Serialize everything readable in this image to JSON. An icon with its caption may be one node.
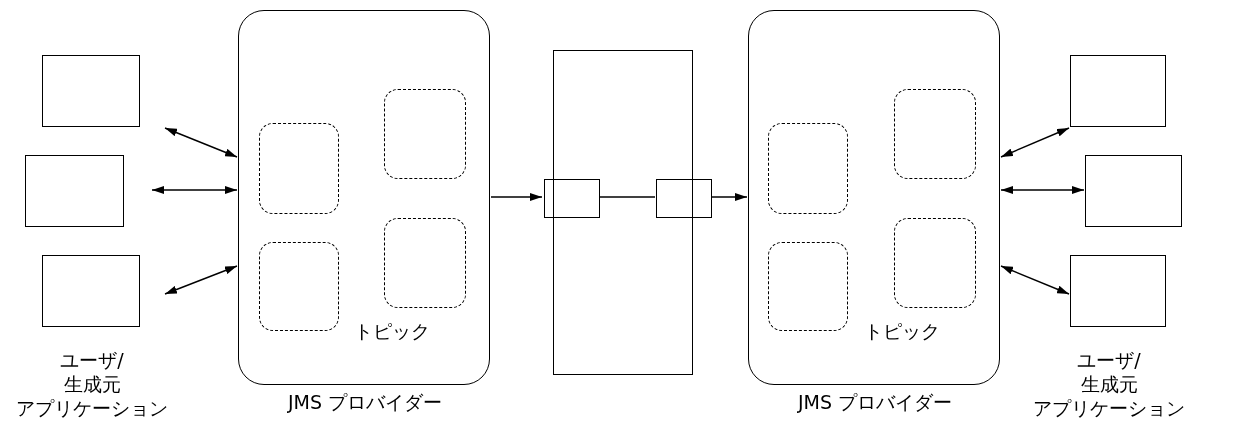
{
  "diagram": {
    "nodes": [
      {
        "text": [],
        "shape": "box"
      },
      {
        "text": [],
        "shape": "box"
      },
      {
        "text": [],
        "shape": "box",
        "beside": [
          "ユーザ/",
          "生成元",
          "アプリケーション"
        ]
      },
      {
        "text": [
          "トピック"
        ],
        "beside": [
          "JMS プロバイダー"
        ]
      },
      {
        "text": [],
        "shape": "box",
        "in": 3
      },
      {
        "text": [],
        "shape": "box",
        "in": 3
      },
      {
        "text": [],
        "shape": "box",
        "in": 3
      },
      {
        "text": [],
        "shape": "box",
        "in": 3
      },
      {
        "text": [],
        "shape": "box"
      },
      {
        "text": [],
        "shape": "box",
        "in": 8
      },
      {
        "text": [],
        "shape": "box",
        "in": 8
      },
      {
        "text": [
          "トピック"
        ],
        "beside": [
          "JMS プロバイダー"
        ]
      },
      {
        "text": [],
        "shape": "box",
        "in": 11
      },
      {
        "text": [],
        "shape": "box",
        "in": 11
      },
      {
        "text": [],
        "shape": "box",
        "in": 11
      },
      {
        "text": [],
        "shape": "box",
        "in": 11
      },
      {
        "text": [],
        "shape": "box"
      },
      {
        "text": [],
        "shape": "box"
      },
      {
        "text": [],
        "shape": "box",
        "beside": [
          "ユーザ/",
          "生成元",
          "アプリケーション"
        ]
      }
    ],
    "edges": [
      {
        "from": 0,
        "to": 3,
        "arrow": "both"
      },
      {
        "from": 1,
        "to": 3,
        "arrow": "both"
      },
      {
        "from": 2,
        "to": 3,
        "arrow": "both"
      },
      {
        "from": 3,
        "to": 9,
        "arrow": "to"
      },
      {
        "from": 9,
        "to": 10,
        "arrow": "none"
      },
      {
        "from": 10,
        "to": 11,
        "arrow": "to"
      },
      {
        "from": 11,
        "to": 16,
        "arrow": "both"
      },
      {
        "from": 11,
        "to": 17,
        "arrow": "both"
      },
      {
        "from": 11,
        "to": 18,
        "arrow": "both"
      }
    ]
  }
}
